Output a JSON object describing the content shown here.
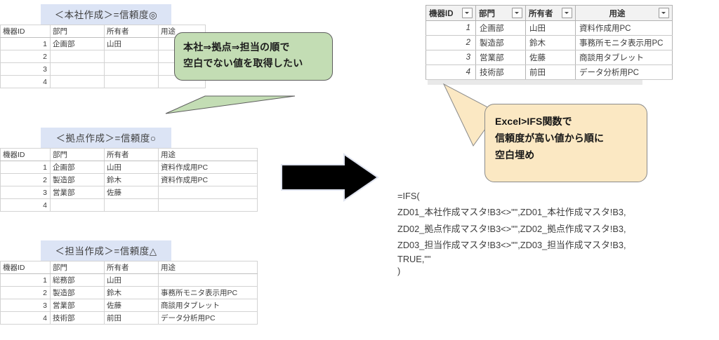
{
  "colors": {
    "title_band": "#dce4f5",
    "callout_green": "#c3ddb4",
    "callout_orange": "#fbe8c3",
    "arrow": "#000000",
    "result_header": "#f2f2f2"
  },
  "source_tables": [
    {
      "title": "＜本社作成＞=信頼度◎",
      "headers": [
        "機器ID",
        "部門",
        "所有者",
        "用途"
      ],
      "rows": [
        [
          "1",
          "企画部",
          "山田",
          ""
        ],
        [
          "2",
          "",
          "",
          ""
        ],
        [
          "3",
          "",
          "",
          ""
        ],
        [
          "4",
          "",
          "",
          ""
        ]
      ]
    },
    {
      "title": "＜拠点作成＞=信頼度○",
      "headers": [
        "機器ID",
        "部門",
        "所有者",
        "用途"
      ],
      "rows": [
        [
          "1",
          "企画部",
          "山田",
          "資料作成用PC"
        ],
        [
          "2",
          "製造部",
          "鈴木",
          "資料作成用PC"
        ],
        [
          "3",
          "営業部",
          "佐藤",
          ""
        ],
        [
          "4",
          "",
          "",
          ""
        ]
      ]
    },
    {
      "title": "＜担当作成＞=信頼度△",
      "headers": [
        "機器ID",
        "部門",
        "所有者",
        "用途"
      ],
      "rows": [
        [
          "1",
          "総務部",
          "山田",
          ""
        ],
        [
          "2",
          "製造部",
          "鈴木",
          "事務所モニタ表示用PC"
        ],
        [
          "3",
          "営業部",
          "佐藤",
          "商談用タブレット"
        ],
        [
          "4",
          "技術部",
          "前田",
          "データ分析用PC"
        ]
      ]
    }
  ],
  "result_table": {
    "headers": [
      "機器ID",
      "部門",
      "所有者",
      "用途"
    ],
    "rows": [
      [
        "1",
        "企画部",
        "山田",
        "資料作成用PC"
      ],
      [
        "2",
        "製造部",
        "鈴木",
        "事務所モニタ表示用PC"
      ],
      [
        "3",
        "営業部",
        "佐藤",
        "商談用タブレット"
      ],
      [
        "4",
        "技術部",
        "前田",
        "データ分析用PC"
      ]
    ]
  },
  "callout_green": {
    "line1": "本社⇒拠点⇒担当の順で",
    "line2": "空白でない値を取得したい"
  },
  "callout_orange": {
    "line1": "Excel>IFS関数で",
    "line2": "信頼度が高い値から順に",
    "line3": "空白埋め"
  },
  "formula": {
    "line1": "=IFS(",
    "line2": "ZD01_本社作成マスタ!B3<>\"\",ZD01_本社作成マスタ!B3,",
    "line3": "ZD02_拠点作成マスタ!B3<>\"\",ZD02_拠点作成マスタ!B3,",
    "line4": "ZD03_担当作成マスタ!B3<>\"\",ZD03_担当作成マスタ!B3,",
    "line5": "TRUE,\"\"",
    "line6": ")"
  }
}
